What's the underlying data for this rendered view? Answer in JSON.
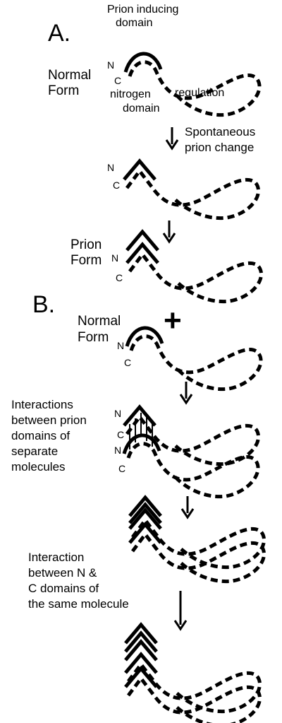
{
  "section_a": {
    "letter": "A.",
    "top_label_line1": "Prion inducing",
    "top_label_line2": "domain",
    "normal_form_line1": "Normal",
    "normal_form_line2": "Form",
    "nitrogen_line1": "nitrogen",
    "nitrogen_line2": "domain",
    "regulation": "regulation",
    "spontaneous_line1": "Spontaneous",
    "spontaneous_line2": "prion change",
    "prion_form_line1": "Prion",
    "prion_form_line2": "Form"
  },
  "section_b": {
    "letter": "B.",
    "normal_form_line1": "Normal",
    "normal_form_line2": "Form",
    "plus": "+",
    "interactions_lines": [
      "Interactions",
      "between prion",
      "domains of",
      "separate",
      "molecules"
    ],
    "interaction_nc_lines": [
      "Interaction",
      "between N &",
      "C domains of",
      "the same molecule"
    ]
  },
  "terminal_labels": {
    "n": "N",
    "c": "C"
  }
}
